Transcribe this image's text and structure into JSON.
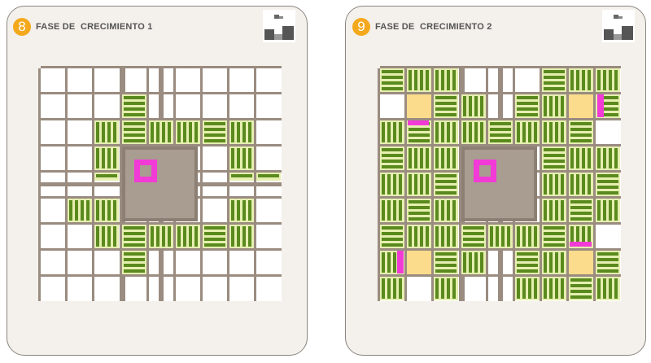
{
  "panels": [
    {
      "number": "8",
      "title": "FASE DE  CRECIMIENTO 1"
    },
    {
      "number": "9",
      "title": "FASE DE  CRECIMIENTO 2"
    }
  ],
  "colors": {
    "road": "#9a8c80",
    "plaza": "#a89d90",
    "green": "#5a8a1e",
    "light": "#e6efb0",
    "yellow": "#fbdc8c",
    "magenta": "#f23ad6",
    "badge": "#f4a81c"
  }
}
